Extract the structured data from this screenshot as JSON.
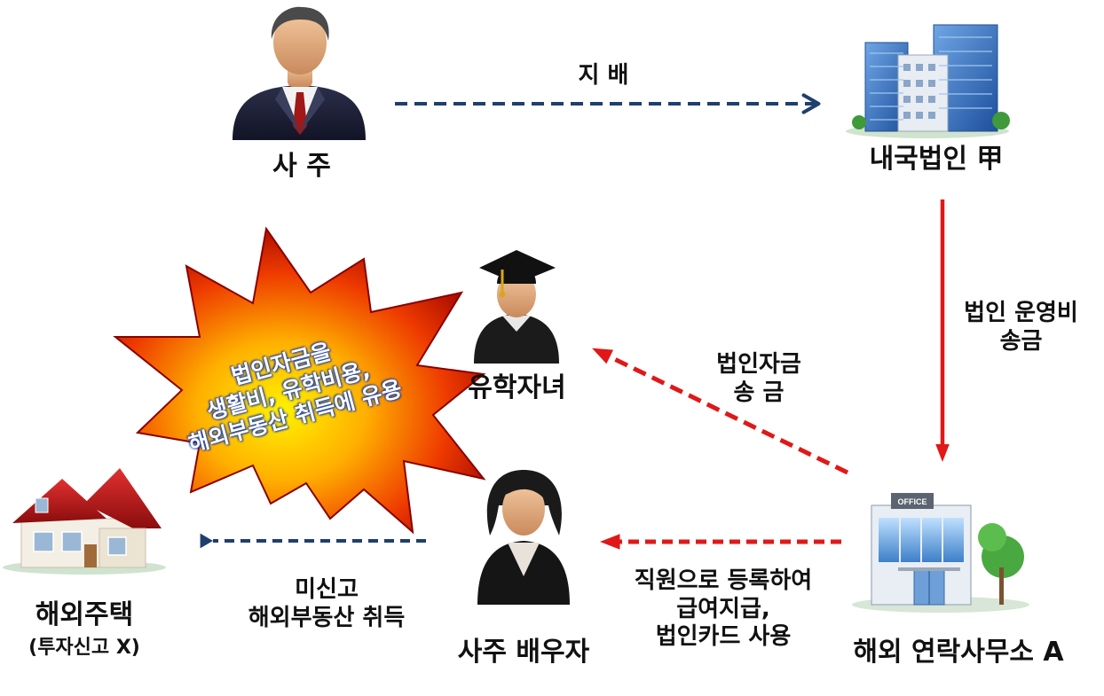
{
  "nodes": {
    "owner": "사 주",
    "corp": "내국법인 甲",
    "child": "유학자녀",
    "spouse": "사주 배우자",
    "office": "해외 연락사무소 A",
    "house": "해외주택",
    "house_sub": "(투자신고 X)",
    "office_sign": "OFFICE"
  },
  "edges": {
    "control": "지 배",
    "remit_ops_1": "법인 운영비",
    "remit_ops_2": "송금",
    "remit_funds_1": "법인자금",
    "remit_funds_2": "송 금",
    "salary_1": "직원으로 등록하여",
    "salary_2": "급여지급,",
    "salary_3": "법인카드 사용",
    "unreported_1": "미신고",
    "unreported_2": "해외부동산 취득"
  },
  "callout": {
    "line1": "법인자금을",
    "line2": "생활비, 유학비용,",
    "line3": "해외부동산 취득에 유용"
  },
  "colors": {
    "blue_arrow": "#1f3f6e",
    "red_arrow": "#e01818",
    "burst_outer": "#d00000",
    "burst_inner": "#ffe600"
  }
}
